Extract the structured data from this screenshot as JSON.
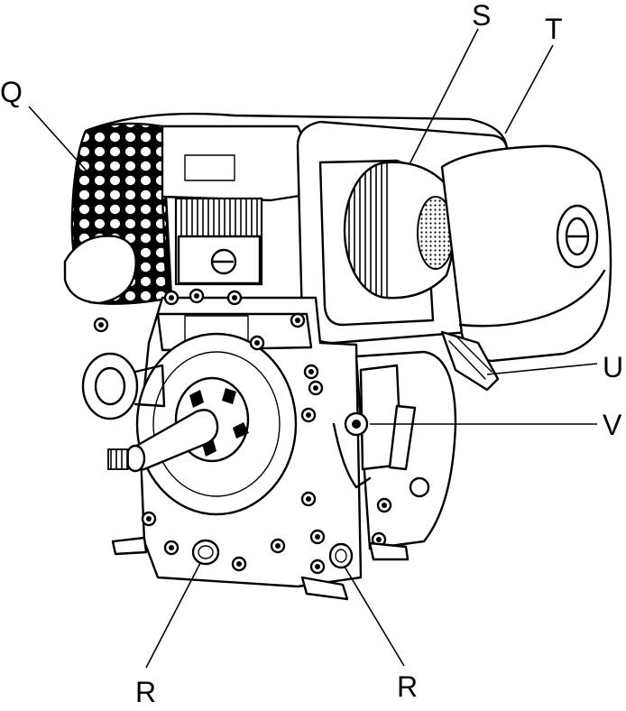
{
  "diagram": {
    "callouts": {
      "q": "Q",
      "s": "S",
      "t": "T",
      "u": "U",
      "v": "V",
      "r1": "R",
      "r2": "R"
    }
  },
  "colors": {
    "ink": "#000000",
    "paper": "#ffffff"
  }
}
